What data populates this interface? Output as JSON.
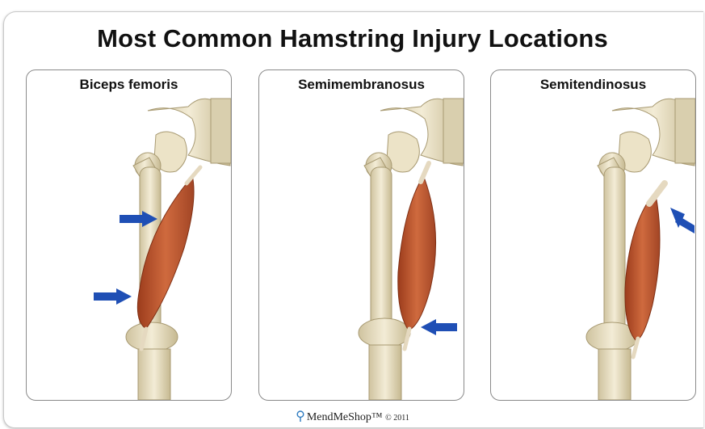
{
  "title": "Most Common Hamstring Injury Locations",
  "panels": [
    {
      "label": "Biceps femoris"
    },
    {
      "label": "Semimembranosus"
    },
    {
      "label": "Semitendinosus"
    }
  ],
  "footer": {
    "logo_icon": "runner-logo-icon",
    "brand": "MendMeShop™",
    "copyright": "© 2011"
  },
  "colors": {
    "arrow": "#1f4fb5",
    "muscle": "#b8532a",
    "bone": "#e6dcc0"
  }
}
